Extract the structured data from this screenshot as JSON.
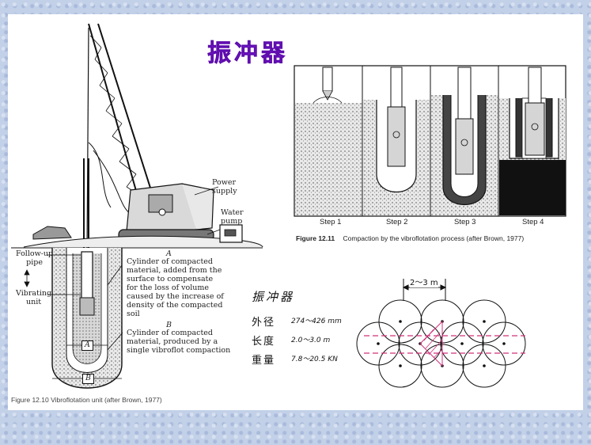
{
  "title": "振冲器",
  "left_figure": {
    "labels": {
      "power_supply": "Power\nsupply",
      "water_pump": "Water\npump",
      "follow_up_pipe": "Follow-up\npipe",
      "vibrating_unit": "Vibrating\nunit",
      "label_a": "A",
      "cylinder_a": "Cylinder of compacted\nmaterial, added from the\nsurface to compensate\nfor the loss of volume\ncaused by the increase of\ndensity of the compacted\nsoil",
      "label_b": "B",
      "cylinder_b": "Cylinder of compacted\nmaterial, produced by a\nsingle vibroflot compaction",
      "box_a": "A",
      "box_b": "B"
    },
    "caption": "Figure 12.10   Vibroflotation unit (after Brown, 1977)"
  },
  "right_figure": {
    "steps": [
      "Step 1",
      "Step 2",
      "Step 3",
      "Step 4"
    ],
    "caption_bold": "Figure 12.11",
    "caption_text": "Compaction by the vibroflotation process (after Brown, 1977)"
  },
  "handwritten_specs": {
    "heading": "振冲器",
    "rows": [
      {
        "label": "外径",
        "value": "274～426 mm"
      },
      {
        "label": "长度",
        "value": "2.0～3.0 m"
      },
      {
        "label": "重量",
        "value": "7.8～20.5 KN"
      }
    ]
  },
  "spacing_diagram": {
    "dimension": "2～3 m"
  }
}
